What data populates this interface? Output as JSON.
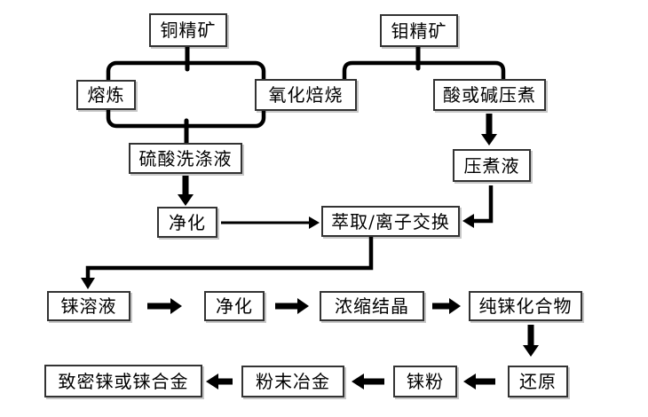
{
  "diagram_type": "flowchart",
  "colors": {
    "background": "#ffffff",
    "line": "#000000",
    "box_border": "#333333",
    "box_fill": "#ffffff",
    "text": "#000000"
  },
  "nodes": {
    "copper_concentrate": "铜精矿",
    "moly_concentrate": "钼精矿",
    "smelting": "熔炼",
    "oxidation_roasting": "氧化焙烧",
    "acid_alkali_pressure_cooking": "酸或碱压煮",
    "sulfuric_acid_wash_liquid": "硫酸洗涤液",
    "pressure_cook_liquid": "压煮液",
    "purification_1": "净化",
    "extraction_ion_exchange": "萃取/离子交换",
    "rhenium_solution": "铼溶液",
    "purification_2": "净化",
    "concentration_crystallization": "浓缩结晶",
    "pure_rhenium_compound": "纯铼化合物",
    "dense_rhenium_or_alloy": "致密铼或铼合金",
    "powder_metallurgy": "粉末冶金",
    "rhenium_powder": "铼粉",
    "reduction": "还原"
  },
  "edges": [
    {
      "from": "copper_concentrate",
      "to": "smelting"
    },
    {
      "from": "copper_concentrate",
      "to": "oxidation_roasting"
    },
    {
      "from": "smelting",
      "to": "sulfuric_acid_wash_liquid"
    },
    {
      "from": "oxidation_roasting",
      "to": "sulfuric_acid_wash_liquid"
    },
    {
      "from": "moly_concentrate",
      "to": "oxidation_roasting"
    },
    {
      "from": "moly_concentrate",
      "to": "acid_alkali_pressure_cooking"
    },
    {
      "from": "acid_alkali_pressure_cooking",
      "to": "pressure_cook_liquid"
    },
    {
      "from": "sulfuric_acid_wash_liquid",
      "to": "purification_1"
    },
    {
      "from": "purification_1",
      "to": "extraction_ion_exchange"
    },
    {
      "from": "pressure_cook_liquid",
      "to": "extraction_ion_exchange"
    },
    {
      "from": "extraction_ion_exchange",
      "to": "rhenium_solution"
    },
    {
      "from": "rhenium_solution",
      "to": "purification_2"
    },
    {
      "from": "purification_2",
      "to": "concentration_crystallization"
    },
    {
      "from": "concentration_crystallization",
      "to": "pure_rhenium_compound"
    },
    {
      "from": "pure_rhenium_compound",
      "to": "reduction"
    },
    {
      "from": "reduction",
      "to": "rhenium_powder"
    },
    {
      "from": "rhenium_powder",
      "to": "powder_metallurgy"
    },
    {
      "from": "powder_metallurgy",
      "to": "dense_rhenium_or_alloy"
    }
  ]
}
